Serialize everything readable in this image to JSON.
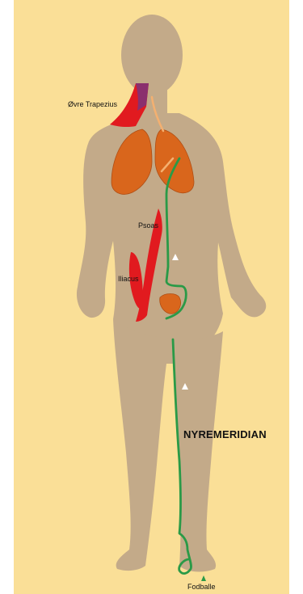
{
  "labels": {
    "upper_trapezius": "Øvre Trapezius",
    "psoas": "Psoas",
    "iliacus": "Iliacus",
    "meridian": "NYREMERIDIAN",
    "foot_ball": "Fodballe"
  },
  "colors": {
    "background": "#fadf97",
    "body": "#c3aa89",
    "organ": "#d9661c",
    "muscle_red": "#e11a1f",
    "trapezius_purple": "#8a2f6e",
    "meridian_green": "#2a9a47",
    "meridian_upper": "#f4b070",
    "arrow": "#ffffff"
  }
}
